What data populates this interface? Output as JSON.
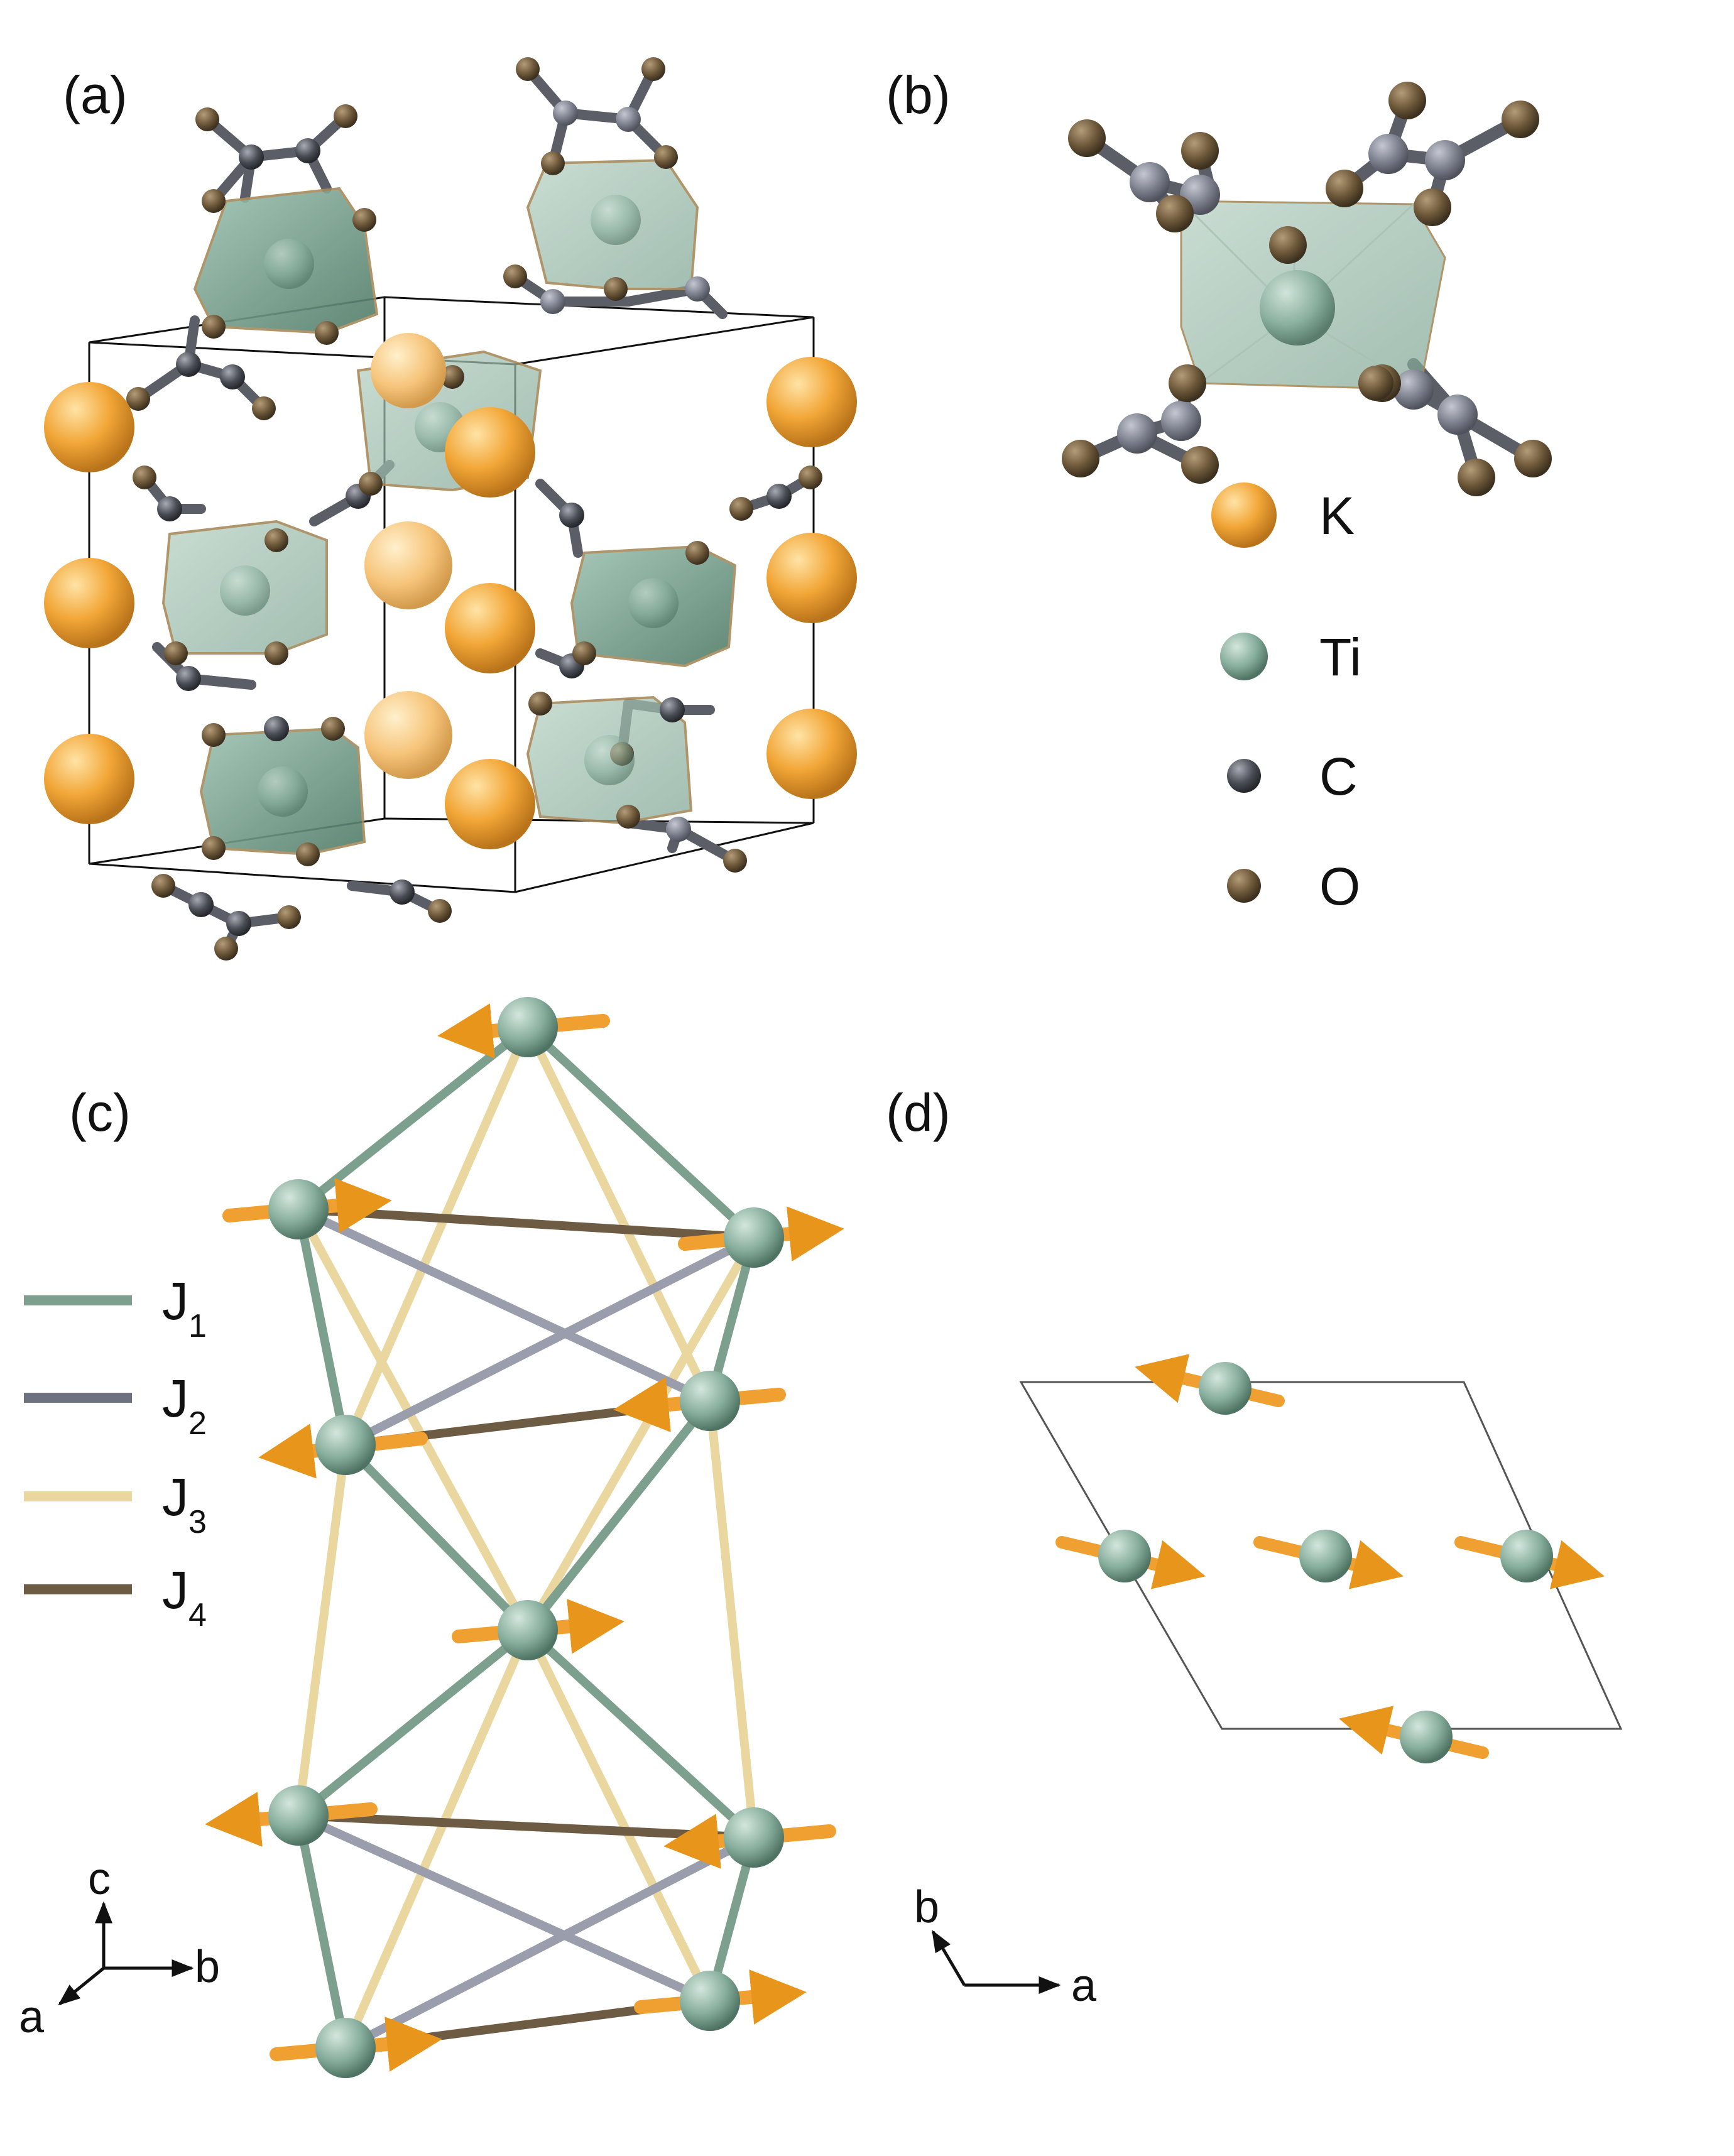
{
  "panels": {
    "a": "(a)",
    "b": "(b)",
    "c": "(c)",
    "d": "(d)"
  },
  "legend_atoms": [
    {
      "label": "K",
      "color": "#f2a637"
    },
    {
      "label": "Ti",
      "color": "#86ad9c"
    },
    {
      "label": "C",
      "color": "#4a4d55"
    },
    {
      "label": "O",
      "color": "#6b5638"
    }
  ],
  "legend_bonds": [
    {
      "label": "J",
      "sub": "1",
      "color": "#7c9f8e"
    },
    {
      "label": "J",
      "sub": "2",
      "color": "#6d7180"
    },
    {
      "label": "J",
      "sub": "3",
      "color": "#ead7a0"
    },
    {
      "label": "J",
      "sub": "4",
      "color": "#6e5b43"
    }
  ],
  "axes_c": {
    "x": "a",
    "y": "b",
    "z": "c"
  },
  "axes_d": {
    "x": "a",
    "y": "b"
  },
  "colors": {
    "K": "#f2a637",
    "Ti": "#86ad9c",
    "polyhedron": "#6f9a86",
    "C": "#4a4d55",
    "O": "#6b5638",
    "spin_arrow": "#f0a030",
    "J1": "#7c9f8e",
    "J2": "#9a9dab",
    "J3": "#ead7a0",
    "J4": "#6e5b43"
  }
}
